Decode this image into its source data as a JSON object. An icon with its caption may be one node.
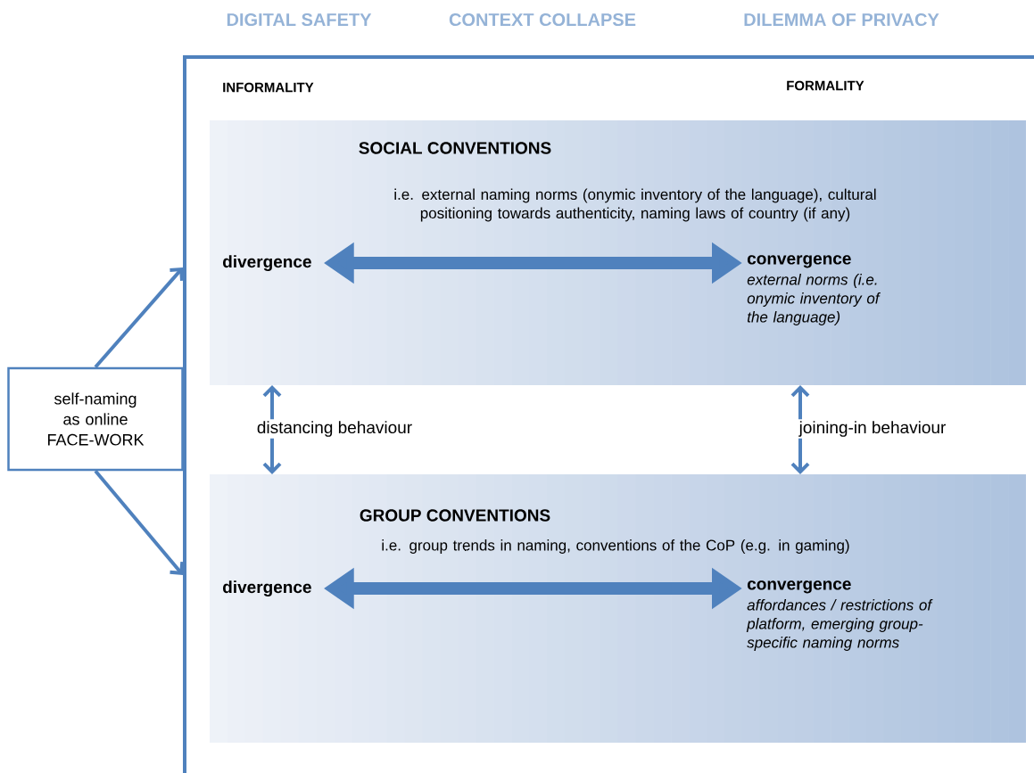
{
  "diagram": {
    "nodes": [
      {
        "text": [],
        "shape": "box"
      },
      {
        "text": [
          "SOCIAL CONVENTIONS",
          "i.e. external naming norms (onymic inventory of the language), cultural positioning towards authenticity, naming laws of country (if any)"
        ],
        "in": 0
      },
      {
        "text": [
          "divergence"
        ],
        "in": 1
      },
      {
        "text": [
          "convergence",
          "external norms (i.e. onymic inventory of the language)"
        ],
        "in": 1
      },
      {
        "text": [
          "GROUP CONVENTIONS",
          "i.e. group trends in naming, conventions of the CoP (e.g. in gaming)"
        ],
        "in": 0
      },
      {
        "text": [
          "divergence"
        ],
        "in": 4
      },
      {
        "text": [
          "convergence",
          "affordances / restrictions of platform, emerging group-specific naming norms"
        ],
        "in": 4
      },
      {
        "text": [
          "self-naming as online FACE-WORK"
        ]
      }
    ],
    "edges": [
      {
        "from": 7,
        "to": 0,
        "arrow": "to"
      },
      {
        "from": 7,
        "to": 0,
        "arrow": "to"
      },
      {
        "from": 2,
        "to": 3,
        "arrow": "both",
        "style": "thick"
      },
      {
        "from": 5,
        "to": 6,
        "arrow": "both",
        "style": "thick"
      },
      {
        "from": 1,
        "to": 4,
        "arrow": "both",
        "label": "distancing behaviour"
      },
      {
        "from": 1,
        "to": 4,
        "arrow": "both",
        "label": "joining-in behaviour"
      }
    ],
    "labels": [
      "DIGITAL SAFETY",
      "CONTEXT COLLAPSE",
      "DILEMMA OF PRIVACY",
      "INFORMALITY",
      "FORMALITY"
    ]
  }
}
